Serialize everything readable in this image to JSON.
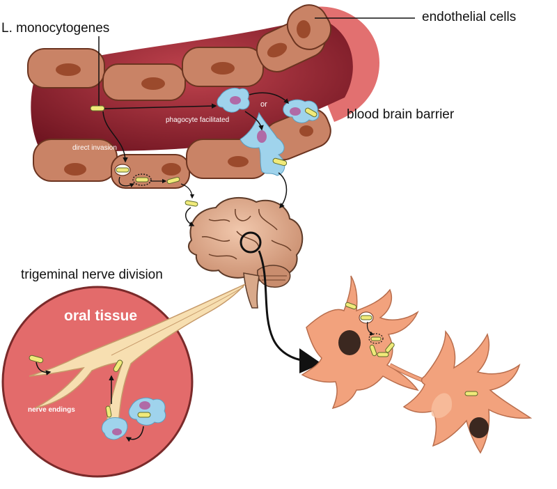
{
  "labels": {
    "l_monocytogenes": "L. monocytogenes",
    "endothelial_cells": "endothelial cells",
    "blood_brain_barrier": "blood brain barrier",
    "phagocyte_facilitated": "phagocyte facilitated",
    "or": "or",
    "direct_invasion": "direct invasion",
    "trigeminal_nerve_division": "trigeminal nerve division",
    "oral_tissue": "oral tissue",
    "nerve_endings": "nerve endings"
  },
  "colors": {
    "vessel_wall": "#c98366",
    "vessel_interior": "#8c1f2a",
    "vessel_rim": "#e27070",
    "nucleus": "#9b4a2c",
    "bacterium": "#f0ea7a",
    "phagocyte": "#9fd3ec",
    "phagocyte_nucleus": "#b06aa6",
    "brain": "#d9a98a",
    "oral_tissue": "#e36b6b",
    "nerve": "#f7dfb1",
    "neuron": "#f2a27d"
  }
}
